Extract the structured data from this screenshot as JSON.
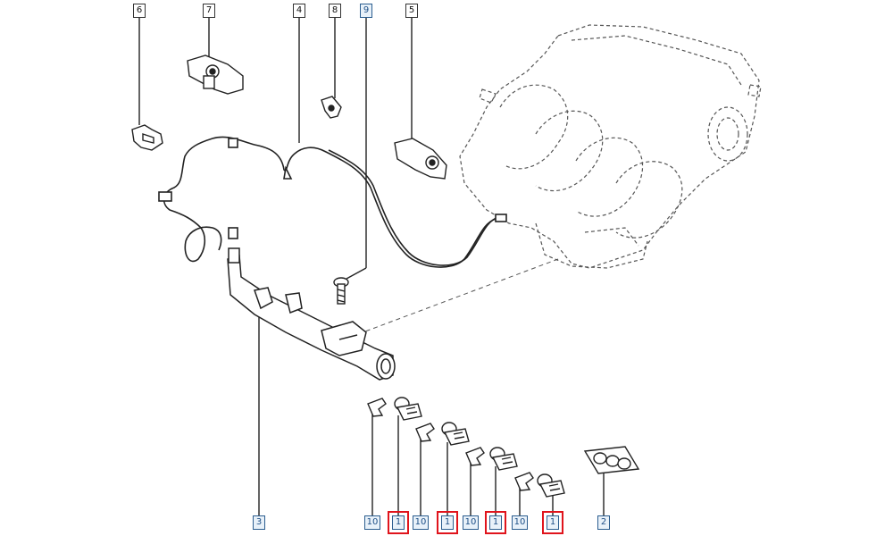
{
  "callouts": {
    "c6": "6",
    "c7": "7",
    "c4": "4",
    "c8": "8",
    "c9": "9",
    "c5": "5",
    "c3": "3",
    "c10a": "10",
    "c1a": "1",
    "c10b": "10",
    "c1b": "1",
    "c10c": "10",
    "c1c": "1",
    "c10d": "10",
    "c1d": "1",
    "c2": "2"
  },
  "colors": {
    "line": "#222222",
    "dashed": "#555555",
    "callout_blue": "#2b5d8f",
    "selection": "#e0141c"
  }
}
